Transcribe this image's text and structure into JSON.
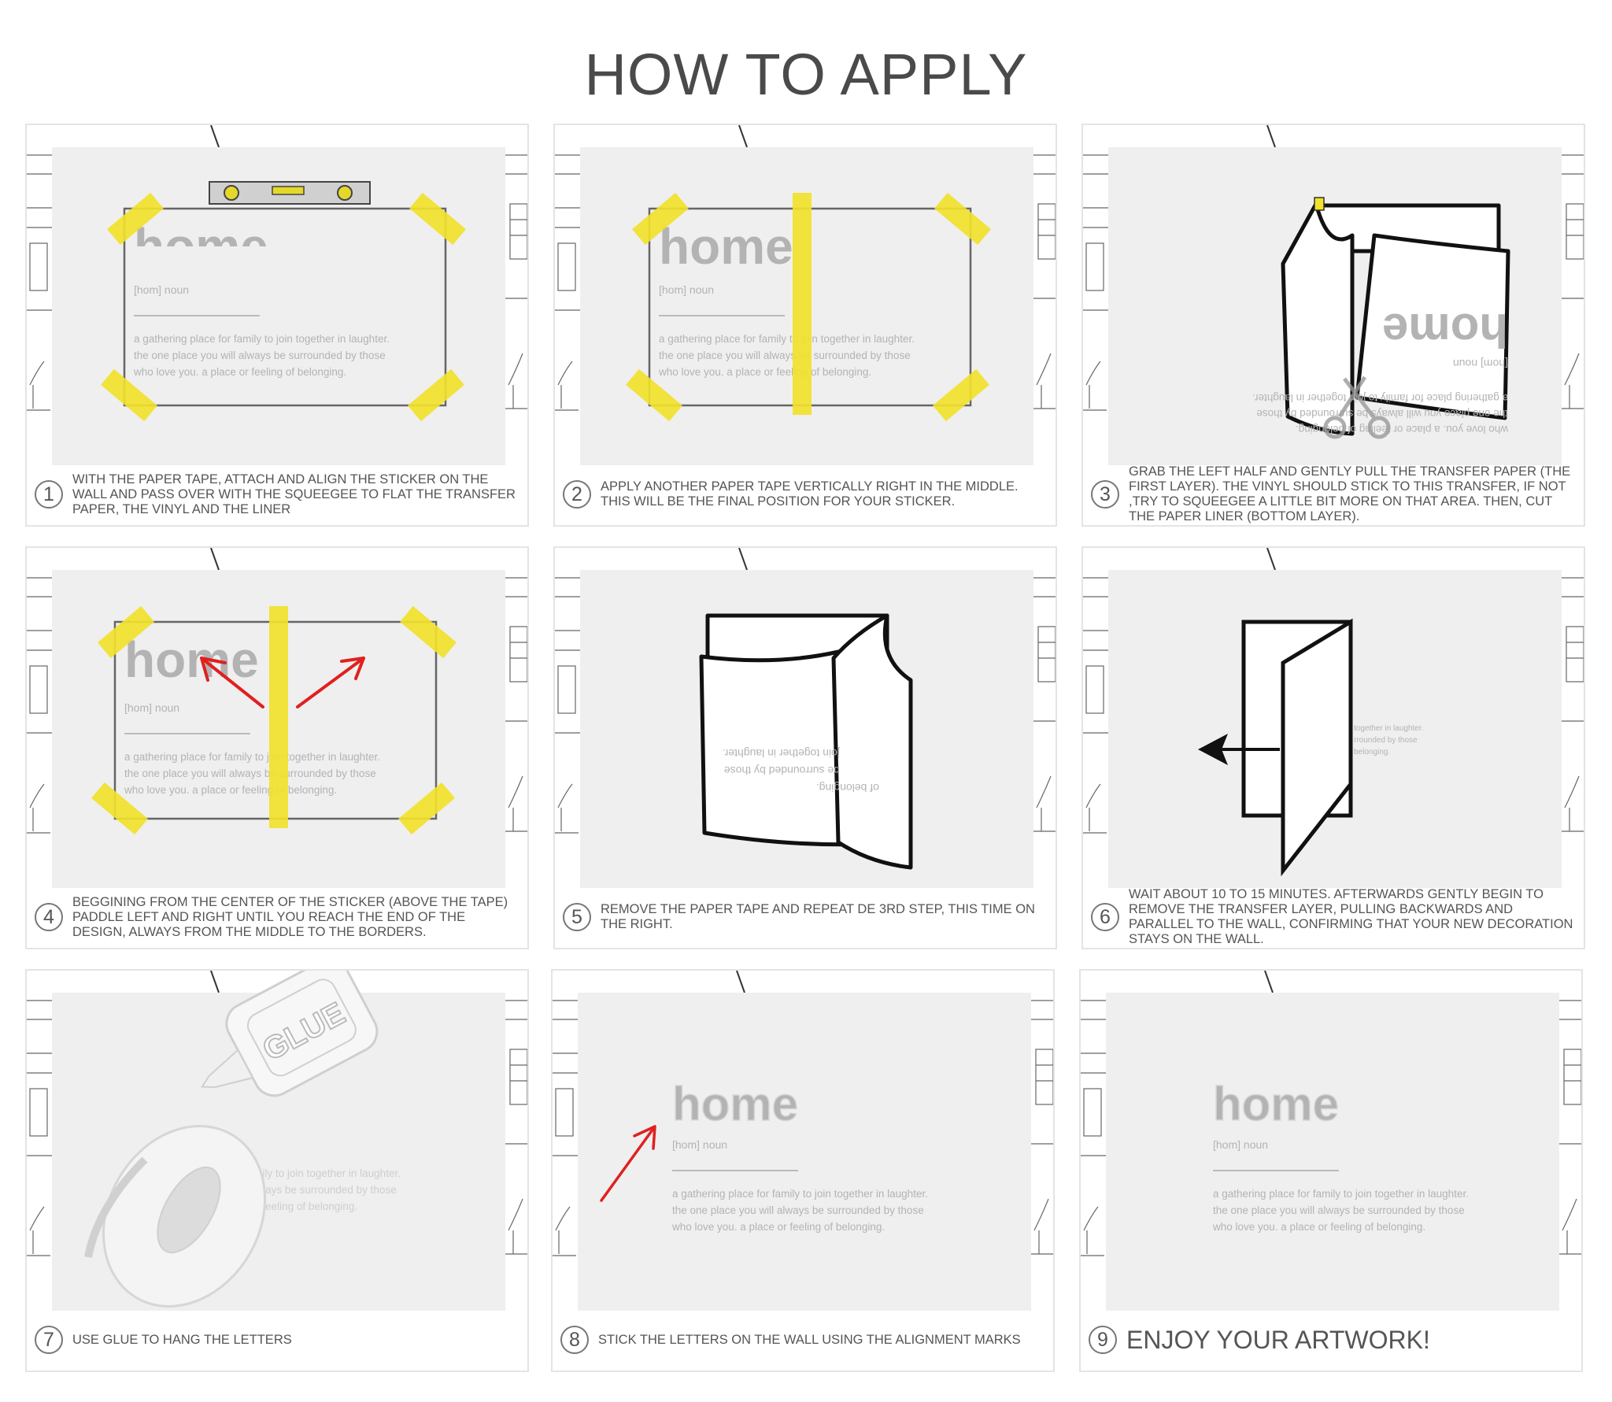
{
  "title": "HOW TO APPLY",
  "colors": {
    "tape": "#f1e12c",
    "arrow": "#e02020",
    "wall": "#efefef",
    "line": "#111111"
  },
  "sticker": {
    "word": "home",
    "pronunciation": "[hom] noun",
    "definition": [
      "a gathering place for family to join together in laughter.",
      "the one place you will always be surrounded by those",
      "who love you. a place or feeling of belonging."
    ]
  },
  "fragments": {
    "mirrored": [
      "join together in laughter.",
      "be surrounded by those",
      "of belonging."
    ],
    "right_tail": [
      "together in laughter.",
      "rrounded by those",
      "belonging."
    ]
  },
  "glue_label": "GLUE",
  "steps": [
    {
      "number": "1",
      "text": "WITH THE PAPER TAPE, ATTACH AND ALIGN THE STICKER ON THE WALL AND PASS OVER WITH THE SQUEEGEE TO FLAT THE TRANSFER PAPER, THE VINYL AND THE LINER"
    },
    {
      "number": "2",
      "text": "APPLY ANOTHER PAPER TAPE VERTICALLY RIGHT IN THE MIDDLE. THIS WILL BE THE FINAL POSITION FOR YOUR STICKER."
    },
    {
      "number": "3",
      "text": "GRAB THE LEFT HALF AND GENTLY PULL THE TRANSFER PAPER (THE FIRST LAYER). THE VINYL SHOULD STICK TO THIS TRANSFER, IF NOT ,TRY TO SQUEEGEE A LITTLE BIT MORE ON THAT AREA. THEN, CUT THE PAPER LINER (BOTTOM LAYER)."
    },
    {
      "number": "4",
      "text": "BEGGINING FROM THE CENTER OF THE STICKER (ABOVE THE TAPE) PADDLE LEFT AND RIGHT UNTIL YOU REACH THE END OF THE DESIGN, ALWAYS FROM THE MIDDLE TO THE BORDERS."
    },
    {
      "number": "5",
      "text": "REMOVE THE PAPER TAPE AND REPEAT DE 3RD STEP, THIS TIME ON THE RIGHT."
    },
    {
      "number": "6",
      "text": "WAIT ABOUT 10 TO 15 MINUTES. AFTERWARDS GENTLY BEGIN TO REMOVE THE TRANSFER LAYER, PULLING BACKWARDS AND PARALLEL TO THE WALL, CONFIRMING THAT YOUR NEW DECORATION STAYS ON THE WALL."
    },
    {
      "number": "7",
      "text": "USE GLUE TO HANG THE LETTERS"
    },
    {
      "number": "8",
      "text": "STICK THE LETTERS ON THE WALL USING THE ALIGNMENT MARKS"
    },
    {
      "number": "9",
      "text": "ENJOY YOUR ARTWORK!"
    }
  ]
}
